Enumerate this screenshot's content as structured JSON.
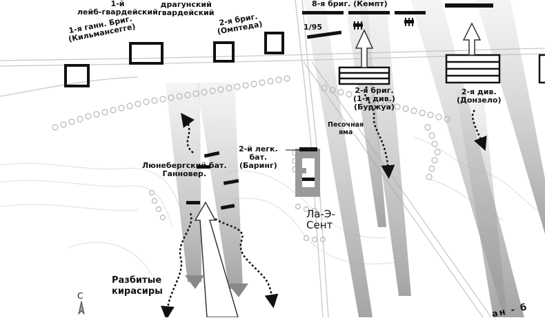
{
  "map": {
    "labels": {
      "life_guards": [
        "1-й",
        "лейб-гвардейский"
      ],
      "dragoon_guards": [
        "драгунский",
        "гвардейский"
      ],
      "brigade_1_hann": [
        "1-я ганн. Бриг.",
        "(Кильмансегге)"
      ],
      "brigade_2": [
        "2-я бриг.",
        "(Омптеда)"
      ],
      "brigade_8": "8-я бриг. (Кемпт)",
      "battalion_1_95": "1/95",
      "brigade_2_bourgeois": [
        "2-я бриг.",
        "(1-я див.)",
        "(Буржуа)"
      ],
      "division_2": [
        "2-я див.",
        "(Донзело)"
      ],
      "sand_pit": [
        "Песочная",
        "яма"
      ],
      "light_battalion_2": [
        "2-й легк.",
        "бат.",
        "(Баринг)"
      ],
      "luneburg_battalion": [
        "Люнебергский бат.",
        "Ганновер."
      ],
      "la_haye_sainte": [
        "Ла-Э-",
        "Сент"
      ],
      "broken_cuirassiers": [
        "Разбитые",
        "кирасиры"
      ],
      "compass_north": "С",
      "road_partial": "ан - б"
    }
  }
}
